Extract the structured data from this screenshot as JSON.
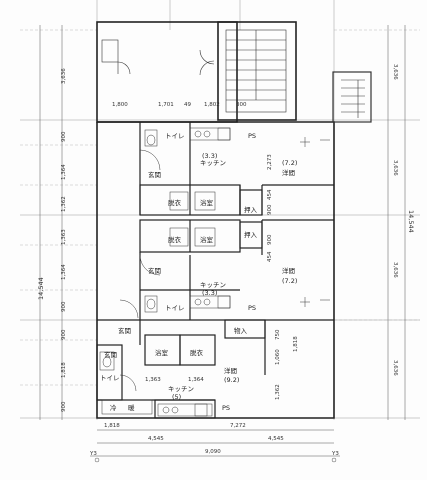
{
  "rooms": {
    "stair_top_label": "",
    "ps_1": "PS",
    "toilet_1": "トイレ",
    "kitchen_1": "キッチン",
    "kitchen_1_area": "(3.3)",
    "entrance_1": "玄関",
    "western_1": "洋間",
    "western_1_area": "(7.2)",
    "undressing_1": "脱衣",
    "bath_1": "浴室",
    "closet_1": "押入",
    "undressing_2": "脱衣",
    "bath_2": "浴室",
    "closet_2": "押入",
    "entrance_2": "玄関",
    "western_2": "洋間",
    "western_2_area": "(7.2)",
    "kitchen_2": "キッチン",
    "kitchen_2_area": "(3.3)",
    "ps_2": "PS",
    "toilet_2": "トイレ",
    "entrance_3": "玄関",
    "closet_3": "物入",
    "bath_3": "浴室",
    "undressing_3": "脱衣",
    "western_3": "洋間",
    "western_3_area": "(9.2)",
    "toilet_3": "トイレ",
    "kitchen_3": "キッチン",
    "kitchen_3_area": "(5)",
    "entrance_4": "玄関",
    "ps_3": "PS",
    "misc_1": "冷",
    "misc_2": "暖"
  },
  "dims": {
    "top_1": "1,800",
    "top_2": "1,701",
    "top_3": "49",
    "top_4": "1,802",
    "top_5": "300",
    "left_1": "3,636",
    "left_2": "900",
    "left_3": "1,364",
    "left_4": "1,362",
    "left_5": "1,363",
    "left_6": "1,364",
    "left_7": "900",
    "left_8": "900",
    "left_9": "1,818",
    "left_10": "900",
    "left_total": "14,544",
    "right_1": "3,636",
    "right_2": "3,636",
    "right_3": "3,636",
    "right_4": "3,636",
    "right_total": "14,544",
    "mid_1": "2,273",
    "mid_2": "454",
    "mid_3": "900",
    "mid_4": "900",
    "mid_5": "454",
    "mid_6": "750",
    "mid_7": "1,818",
    "mid_8": "1,060",
    "mid_9": "1,362",
    "bottom_1": "1,818",
    "bottom_2": "7,272",
    "bottom_3": "4,545",
    "bottom_4": "4,545",
    "bottom_5": "9,090",
    "bot_left": "1,363",
    "bot_mid": "1,364",
    "y1": "Y3",
    "y2": "Y3"
  }
}
